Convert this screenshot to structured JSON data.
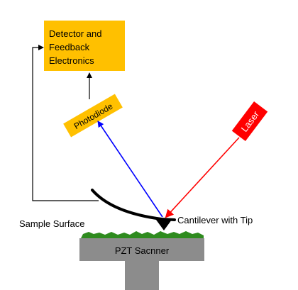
{
  "detector_box": {
    "lines": [
      "Detector and",
      "Feedback",
      "Electronics"
    ],
    "fill": "#FFC000"
  },
  "photodiode": {
    "label": "Photodiode",
    "fill": "#FFC000"
  },
  "laser": {
    "label": "Laser",
    "fill": "#FF0000",
    "text_color": "#FFFFFF"
  },
  "labels": {
    "sample_surface": "Sample Surface",
    "cantilever": "Cantilever with Tip",
    "scanner": "PZT Sacnner"
  },
  "colors": {
    "incident_beam": "#FF0000",
    "reflected_beam": "#0000FF",
    "sample": "#2E8B1E",
    "scanner": "#8C8C8C",
    "feedback_line": "#000000"
  }
}
